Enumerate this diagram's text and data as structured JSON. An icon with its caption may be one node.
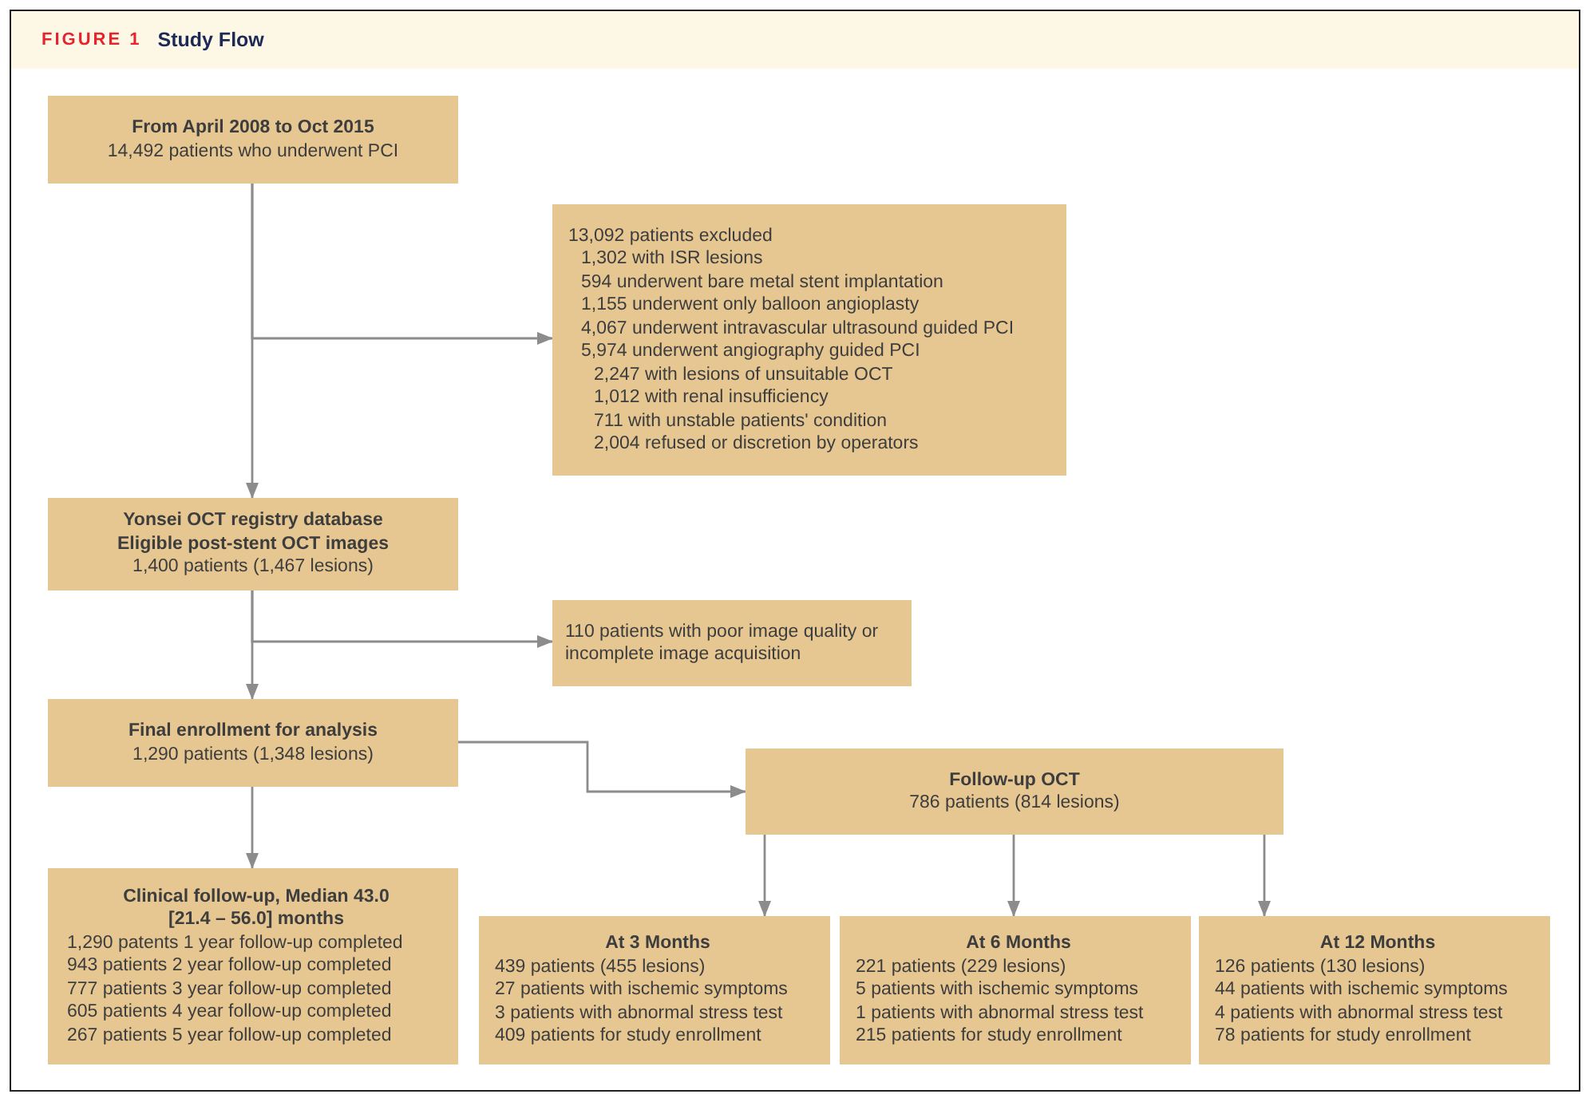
{
  "diagram": {
    "title": "Study Flow",
    "nodes": [
      {
        "text": [
          "From April 2008 to Oct 2015",
          "14,492 patients who underwent PCI"
        ]
      },
      {
        "text": [
          "13,092 patients excluded",
          "1,302 with ISR lesions",
          "594 underwent bare metal stent implantation",
          "1,155 underwent only balloon angioplasty",
          "4,067 underwent intravascular ultrasound guided PCI",
          "5,974 underwent angiography guided PCI",
          "2,247 with lesions of unsuitable OCT",
          "1,012 with renal insufficiency",
          "711 with unstable patients' condition",
          "2,004 refused or discretion by operators"
        ]
      },
      {
        "text": [
          "Yonsei OCT registry database",
          "Eligible post-stent OCT images",
          "1,400 patients (1,467 lesions)"
        ]
      },
      {
        "text": [
          "110 patients with poor image quality or incomplete image acquisition"
        ]
      },
      {
        "text": [
          "Final enrollment for analysis",
          "1,290 patients (1,348 lesions)"
        ]
      },
      {
        "text": [
          "Follow-up OCT",
          "786 patients (814 lesions)"
        ]
      },
      {
        "text": [
          "Clinical follow-up, Median 43.0 [21.4 – 56.0] months",
          "1,290 patents 1 year follow-up completed",
          "943 patients 2 year follow-up completed",
          "777 patients 3 year follow-up completed",
          "605 patients 4 year follow-up completed",
          "267 patients 5 year follow-up completed"
        ]
      },
      {
        "text": [
          "At 3 Months",
          "439 patients (455 lesions)",
          "27 patients with ischemic symptoms",
          "3 patients with abnormal stress test",
          "409 patients for study enrollment"
        ]
      },
      {
        "text": [
          "At 6 Months",
          "221 patients (229 lesions)",
          "5 patients with ischemic symptoms",
          "1 patients with abnormal stress test",
          "215 patients for study enrollment"
        ]
      },
      {
        "text": [
          "At 12 Months",
          "126 patients (130 lesions)",
          "44 patients with ischemic symptoms",
          "4 patients with abnormal stress test",
          "78 patients for study enrollment"
        ]
      }
    ],
    "edges": [
      {
        "from": 0,
        "to": 1,
        "arrow": "to"
      },
      {
        "from": 0,
        "to": 2,
        "arrow": "to"
      },
      {
        "from": 2,
        "to": 3,
        "arrow": "to"
      },
      {
        "from": 2,
        "to": 4,
        "arrow": "to"
      },
      {
        "from": 4,
        "to": 5,
        "arrow": "to"
      },
      {
        "from": 4,
        "to": 6,
        "arrow": "to"
      },
      {
        "from": 5,
        "to": 7,
        "arrow": "to"
      },
      {
        "from": 5,
        "to": 8,
        "arrow": "to"
      },
      {
        "from": 5,
        "to": 9,
        "arrow": "to"
      }
    ],
    "labels": [
      "FIGURE 1"
    ]
  }
}
